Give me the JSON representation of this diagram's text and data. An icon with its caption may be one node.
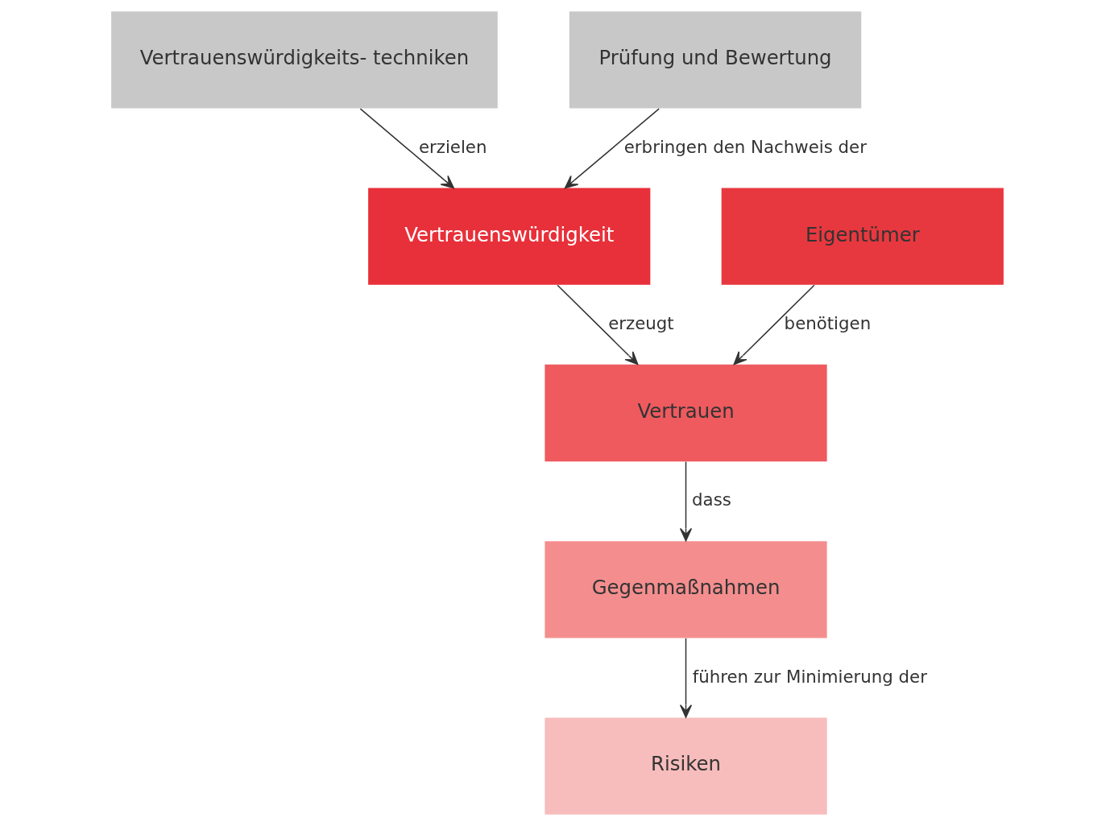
{
  "diagram": {
    "nodes": [
      {
        "text": [
          "Vertrauenswürdigkeits- techniken"
        ]
      },
      {
        "text": [
          "Prüfung und Bewertung"
        ]
      },
      {
        "text": [
          "Vertrauenswürdigkeit"
        ]
      },
      {
        "text": [
          "Eigentümer"
        ]
      },
      {
        "text": [
          "Vertrauen"
        ]
      },
      {
        "text": [
          "Gegenmaßnahmen"
        ]
      },
      {
        "text": [
          "Risiken"
        ]
      }
    ],
    "edges": [
      {
        "from": 0,
        "to": 2,
        "arrow": "to",
        "label": "erzielen"
      },
      {
        "from": 1,
        "to": 2,
        "arrow": "to",
        "label": "erbringen den Nachweis der"
      },
      {
        "from": 2,
        "to": 4,
        "arrow": "to",
        "label": "erzeugt"
      },
      {
        "from": 3,
        "to": 4,
        "arrow": "to",
        "label": "benötigen"
      },
      {
        "from": 4,
        "to": 5,
        "arrow": "to",
        "label": "dass"
      },
      {
        "from": 5,
        "to": 6,
        "arrow": "to",
        "label": "führen zur Minimierung der"
      }
    ]
  }
}
